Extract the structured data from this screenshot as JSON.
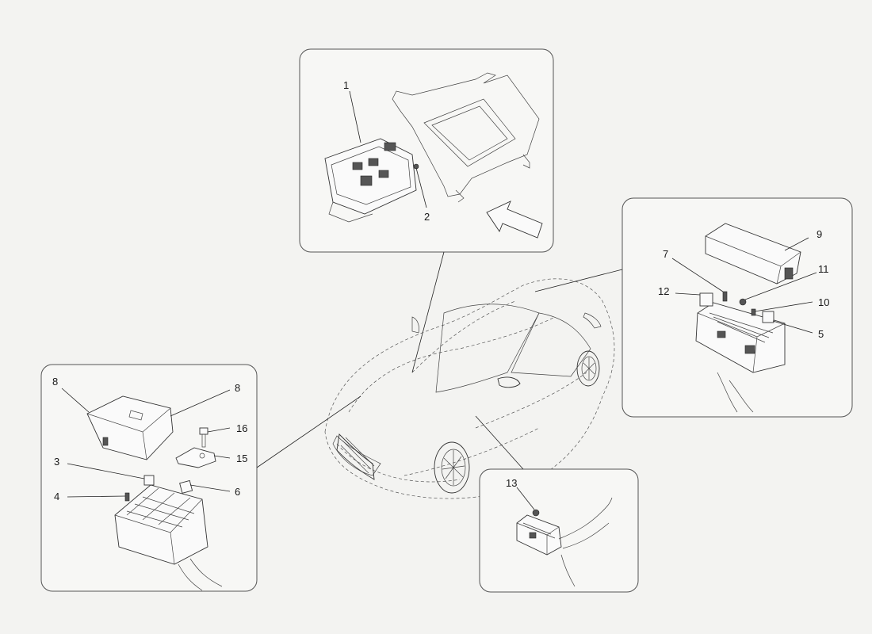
{
  "callouts": {
    "c1": "1",
    "c2": "2",
    "c3": "3",
    "c4": "4",
    "c5": "5",
    "c6": "6",
    "c7": "7",
    "c8a": "8",
    "c8b": "8",
    "c9": "9",
    "c10": "10",
    "c11": "11",
    "c12": "12",
    "c13": "13",
    "c15": "15",
    "c16": "16"
  }
}
